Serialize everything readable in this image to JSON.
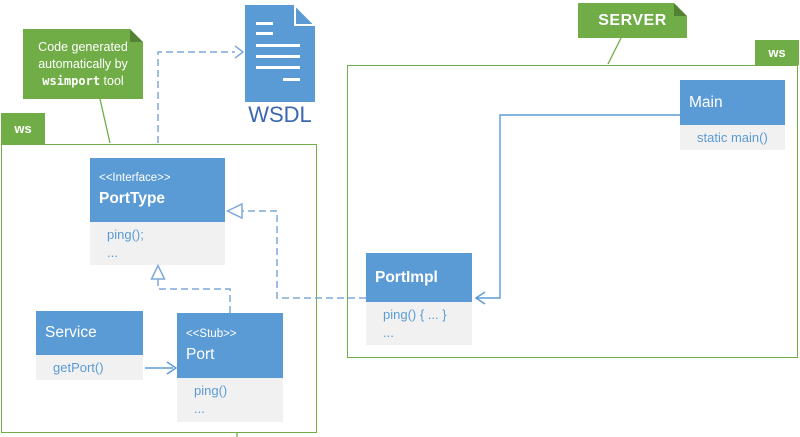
{
  "colors": {
    "green": "#70AD47",
    "green-dark": "#548235",
    "blue": "#5B9BD5",
    "blue-dash": "#7FA8DC",
    "body-bg": "#F1F1F2",
    "body-text": "#5B9BD5",
    "wsdl-text": "#3A67AE"
  },
  "notes": {
    "generated": {
      "line1": "Code generated",
      "line2": "automatically by",
      "code": "wsimport",
      "line3_rest": " tool"
    },
    "server": {
      "label": "SERVER"
    }
  },
  "wsdl": {
    "label": "WSDL"
  },
  "packages": {
    "client": {
      "tag": "ws"
    },
    "server": {
      "tag": "ws"
    }
  },
  "classes": {
    "porttype": {
      "stereotype": "<<Interface>>",
      "name": "PortType",
      "members": [
        "ping();",
        "..."
      ]
    },
    "service": {
      "name": "Service",
      "members": [
        "getPort()"
      ]
    },
    "port": {
      "stereotype": "<<Stub>>",
      "name": "Port",
      "members": [
        "ping()",
        "..."
      ]
    },
    "main": {
      "name": "Main",
      "members": [
        "static main()"
      ]
    },
    "portimpl": {
      "name": "PortImpl",
      "members": [
        "ping() { ... }",
        "..."
      ]
    }
  }
}
